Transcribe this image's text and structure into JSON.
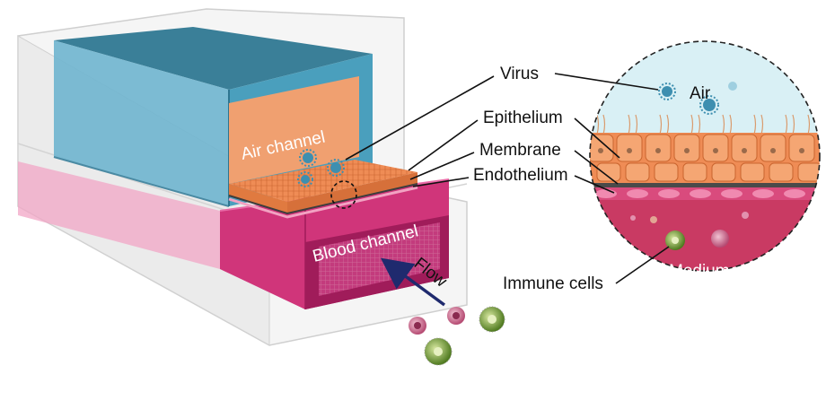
{
  "labels": {
    "air_channel": "Air channel",
    "blood_channel": "Blood channel",
    "flow": "Flow",
    "virus": "Virus",
    "epithelium": "Epithelium",
    "membrane": "Membrane",
    "endothelium": "Endothelium",
    "air": "Air",
    "medium": "Medium",
    "immune_cells": "Immune cells"
  },
  "colors": {
    "air_channel": "#4a9fbd",
    "air_channel_top": "#3a7f98",
    "epithelium": "#ef8c55",
    "blood_channel": "#d0357a",
    "blood_channel_dark": "#a01c5a",
    "membrane": "#5a5a5a",
    "medium": "#c93a63",
    "air_zone": "#d9f0f5",
    "virus": "#3e8fb0",
    "immune_cell": "#7fa03a",
    "flow_arrow": "#1f2a6e"
  }
}
